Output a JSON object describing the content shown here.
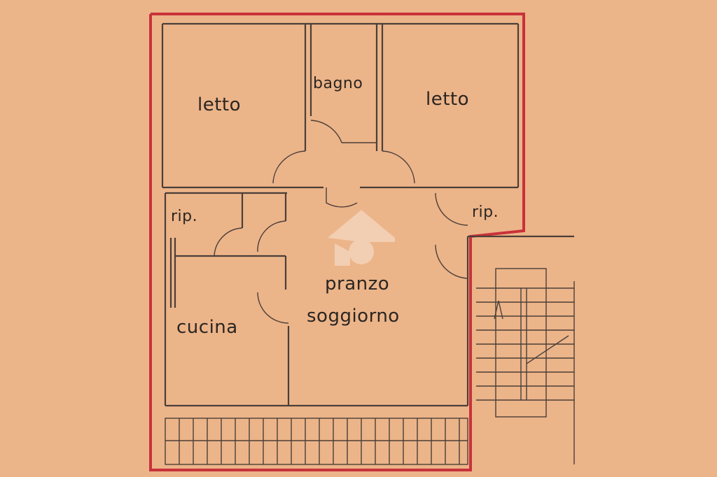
{
  "rooms": {
    "letto_left": "letto",
    "bagno": "bagno",
    "letto_right": "letto",
    "rip_left": "rip.",
    "rip_right": "rip.",
    "pranzo": "pranzo",
    "soggiorno": "soggiorno",
    "cucina": "cucina"
  },
  "colors": {
    "paper": "#ecb489",
    "ink": "#4a3f39",
    "perimeter": "#c8323a",
    "watermark": "#ffffff"
  },
  "icons": {
    "watermark": "house-logo-watermark"
  }
}
